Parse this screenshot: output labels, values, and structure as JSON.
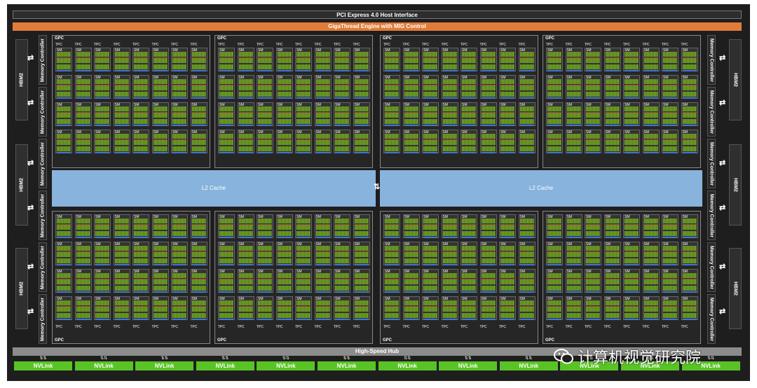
{
  "header": {
    "pcie": "PCI Express 4.0 Host Interface",
    "gigathread": "GigaThread Engine with MIG Control"
  },
  "memory": {
    "hbm_label": "HBM2",
    "controller_label": "Memory Controller"
  },
  "gpc_label": "GPC",
  "tpc_label": "TPC",
  "sm_label": "SM",
  "l2_label": "L2 Cache",
  "hub_label": "High-Speed Hub",
  "nvlink_label": "NVLink",
  "nvlink_count": 12,
  "watermark": {
    "text": "计算机视觉研究院",
    "icon": "wechat-icon"
  },
  "colors": {
    "chip_bg": "#1e1e1e",
    "gigathread": "#e07b39",
    "l2": "#87b3dd",
    "nvlink": "#59c325",
    "sm_core": "#7db32d",
    "hub": "#8c8c8c"
  }
}
